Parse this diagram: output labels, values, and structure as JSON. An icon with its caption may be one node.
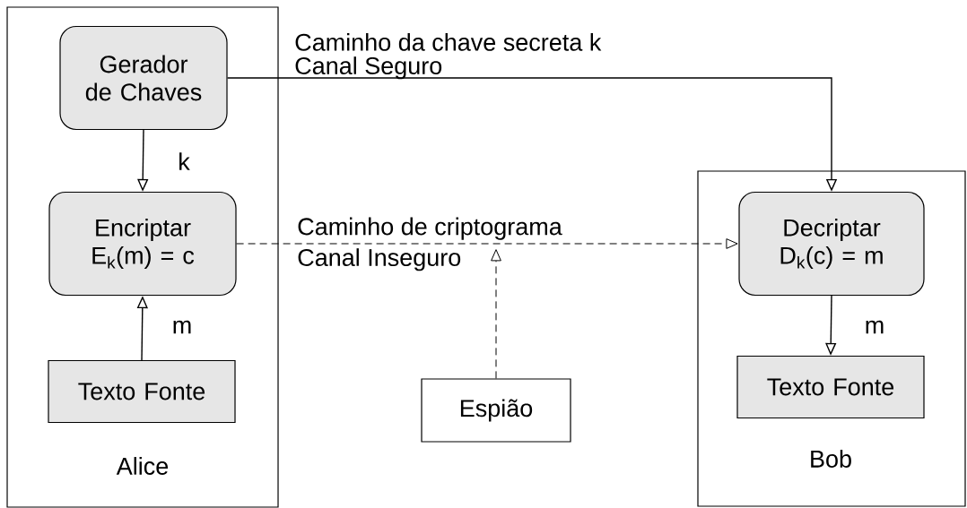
{
  "diagram": {
    "nodes": [
      {
        "text": [
          "Alice"
        ]
      },
      {
        "text": [
          "Gerador de Chaves"
        ],
        "in": 0
      },
      {
        "text": [
          "Encriptar",
          "E$_{k}$(m) = c"
        ],
        "in": 0
      },
      {
        "text": [
          "Texto Fonte"
        ],
        "in": 0
      },
      {
        "text": [
          "Bob"
        ]
      },
      {
        "text": [
          "Decriptar",
          "D$_{k}$(c) = m"
        ],
        "in": 4
      },
      {
        "text": [
          "Texto Fonte"
        ],
        "in": 4
      },
      {
        "text": [
          "Espião"
        ]
      }
    ],
    "edges": [
      {
        "from": 1,
        "to": 5,
        "arrow": "to",
        "label": "Caminho da chave secreta k"
      },
      {
        "from": 1,
        "to": 2,
        "arrow": "to",
        "label": "k"
      },
      {
        "from": 2,
        "to": 5,
        "arrow": "to",
        "label": "Caminho de criptograma",
        "style": "dashed"
      },
      {
        "from": 3,
        "to": 2,
        "arrow": "to",
        "label": "m"
      },
      {
        "from": 7,
        "to": null,
        "arrow": "to",
        "style": "dashed"
      },
      {
        "from": 5,
        "to": 6,
        "arrow": "to",
        "label": "m"
      }
    ],
    "labels": [
      "Canal Seguro",
      "Canal Inseguro"
    ]
  }
}
